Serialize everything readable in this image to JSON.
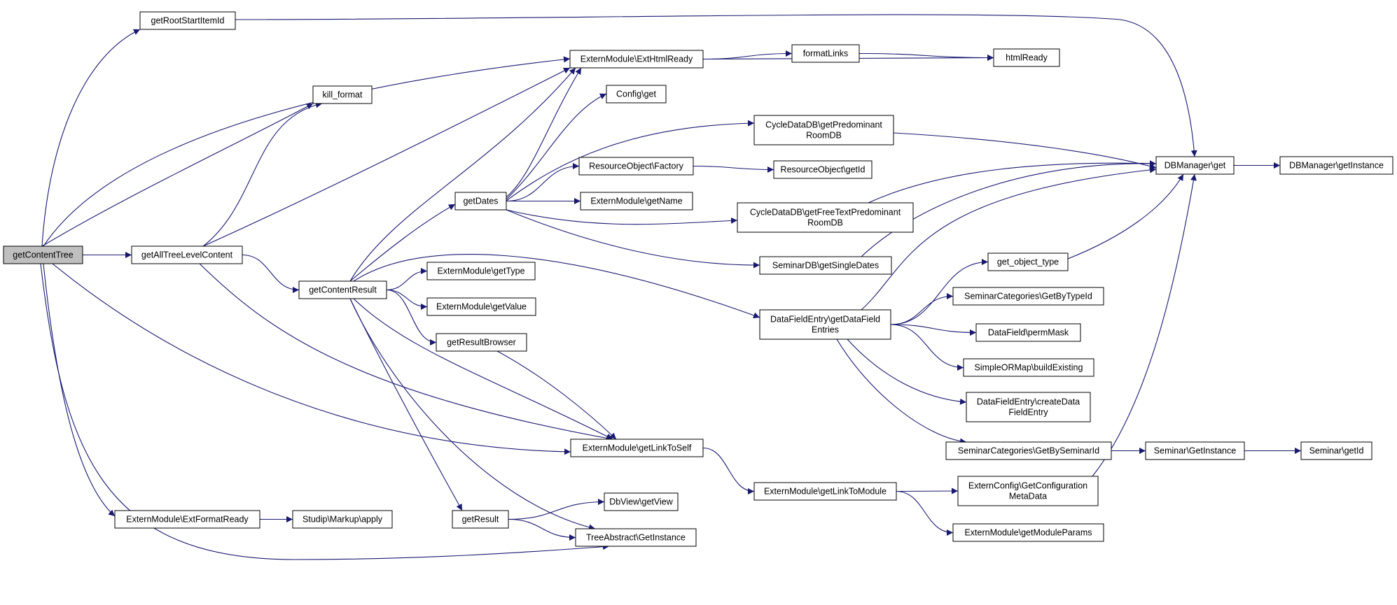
{
  "nodes": [
    {
      "id": "getContentTree",
      "lines": [
        "getContentTree"
      ],
      "root": true
    },
    {
      "id": "getRootStartItemId",
      "lines": [
        "getRootStartItemId"
      ]
    },
    {
      "id": "kill_format",
      "lines": [
        "kill_format"
      ]
    },
    {
      "id": "getAllTreeLevelContent",
      "lines": [
        "getAllTreeLevelContent"
      ]
    },
    {
      "id": "ExtFormatReady",
      "lines": [
        "ExternModule\\ExtFormatReady"
      ]
    },
    {
      "id": "MarkupApply",
      "lines": [
        "Studip\\Markup\\apply"
      ]
    },
    {
      "id": "getContentResult",
      "lines": [
        "getContentResult"
      ]
    },
    {
      "id": "getDates",
      "lines": [
        "getDates"
      ]
    },
    {
      "id": "getType",
      "lines": [
        "ExternModule\\getType"
      ]
    },
    {
      "id": "getValue",
      "lines": [
        "ExternModule\\getValue"
      ]
    },
    {
      "id": "getResultBrowser",
      "lines": [
        "getResultBrowser"
      ]
    },
    {
      "id": "getResult",
      "lines": [
        "getResult"
      ]
    },
    {
      "id": "ExtHtmlReady",
      "lines": [
        "ExternModule\\ExtHtmlReady"
      ]
    },
    {
      "id": "ConfigGet",
      "lines": [
        "Config\\get"
      ]
    },
    {
      "id": "ResFactory",
      "lines": [
        "ResourceObject\\Factory"
      ]
    },
    {
      "id": "getName",
      "lines": [
        "ExternModule\\getName"
      ]
    },
    {
      "id": "getLinkToSelf",
      "lines": [
        "ExternModule\\getLinkToSelf"
      ]
    },
    {
      "id": "DbViewGetView",
      "lines": [
        "DbView\\getView"
      ]
    },
    {
      "id": "TreeAbstract",
      "lines": [
        "TreeAbstract\\GetInstance"
      ]
    },
    {
      "id": "formatLinks",
      "lines": [
        "formatLinks"
      ]
    },
    {
      "id": "htmlReady",
      "lines": [
        "htmlReady"
      ]
    },
    {
      "id": "getPredominant",
      "lines": [
        "CycleDataDB\\getPredominant",
        "RoomDB"
      ]
    },
    {
      "id": "ResGetId",
      "lines": [
        "ResourceObject\\getId"
      ]
    },
    {
      "id": "getFreeText",
      "lines": [
        "CycleDataDB\\getFreeTextPredominant",
        "RoomDB"
      ]
    },
    {
      "id": "getSingleDates",
      "lines": [
        "SeminarDB\\getSingleDates"
      ]
    },
    {
      "id": "getDataFieldEntries",
      "lines": [
        "DataFieldEntry\\getDataField",
        "Entries"
      ]
    },
    {
      "id": "getLinkToModule",
      "lines": [
        "ExternModule\\getLinkToModule"
      ]
    },
    {
      "id": "DBManagerGet",
      "lines": [
        "DBManager\\get"
      ]
    },
    {
      "id": "DBManagerInstance",
      "lines": [
        "DBManager\\getInstance"
      ]
    },
    {
      "id": "getObjectType",
      "lines": [
        "get_object_type"
      ]
    },
    {
      "id": "GetByTypeId",
      "lines": [
        "SeminarCategories\\GetByTypeId"
      ]
    },
    {
      "id": "permMask",
      "lines": [
        "DataField\\permMask"
      ]
    },
    {
      "id": "buildExisting",
      "lines": [
        "SimpleORMap\\buildExisting"
      ]
    },
    {
      "id": "createDataFieldEntry",
      "lines": [
        "DataFieldEntry\\createData",
        "FieldEntry"
      ]
    },
    {
      "id": "GetBySeminarId",
      "lines": [
        "SeminarCategories\\GetBySeminarId"
      ]
    },
    {
      "id": "SeminarGetInstance",
      "lines": [
        "Seminar\\GetInstance"
      ]
    },
    {
      "id": "SeminarGetId",
      "lines": [
        "Seminar\\getId"
      ]
    },
    {
      "id": "GetConfigMeta",
      "lines": [
        "ExternConfig\\GetConfiguration",
        "MetaData"
      ]
    },
    {
      "id": "getModuleParams",
      "lines": [
        "ExternModule\\getModuleParams"
      ]
    }
  ],
  "edges": [
    [
      "getContentTree",
      "getRootStartItemId"
    ],
    [
      "getContentTree",
      "ExtHtmlReady"
    ],
    [
      "getContentTree",
      "kill_format"
    ],
    [
      "getContentTree",
      "getAllTreeLevelContent"
    ],
    [
      "getContentTree",
      "getLinkToSelf"
    ],
    [
      "getContentTree",
      "ExtFormatReady"
    ],
    [
      "getContentTree",
      "TreeAbstract"
    ],
    [
      "getRootStartItemId",
      "DBManagerGet"
    ],
    [
      "getAllTreeLevelContent",
      "kill_format"
    ],
    [
      "getAllTreeLevelContent",
      "ExtHtmlReady"
    ],
    [
      "getAllTreeLevelContent",
      "getContentResult"
    ],
    [
      "getAllTreeLevelContent",
      "getLinkToSelf"
    ],
    [
      "ExtFormatReady",
      "MarkupApply"
    ],
    [
      "getContentResult",
      "ExtHtmlReady"
    ],
    [
      "getContentResult",
      "getDates"
    ],
    [
      "getContentResult",
      "getDataFieldEntries"
    ],
    [
      "getContentResult",
      "getType"
    ],
    [
      "getContentResult",
      "getValue"
    ],
    [
      "getContentResult",
      "getResultBrowser"
    ],
    [
      "getContentResult",
      "getLinkToSelf"
    ],
    [
      "getContentResult",
      "getResult"
    ],
    [
      "getContentResult",
      "TreeAbstract"
    ],
    [
      "getDates",
      "ExtHtmlReady"
    ],
    [
      "getDates",
      "ConfigGet"
    ],
    [
      "getDates",
      "getPredominant"
    ],
    [
      "getDates",
      "ResFactory"
    ],
    [
      "getDates",
      "getName"
    ],
    [
      "getDates",
      "getFreeText"
    ],
    [
      "getDates",
      "getSingleDates"
    ],
    [
      "getResultBrowser",
      "getLinkToSelf"
    ],
    [
      "getResult",
      "DbViewGetView"
    ],
    [
      "getResult",
      "TreeAbstract"
    ],
    [
      "ExtHtmlReady",
      "formatLinks"
    ],
    [
      "ExtHtmlReady",
      "htmlReady"
    ],
    [
      "formatLinks",
      "htmlReady"
    ],
    [
      "ResFactory",
      "ResGetId"
    ],
    [
      "getPredominant",
      "DBManagerGet"
    ],
    [
      "getFreeText",
      "DBManagerGet"
    ],
    [
      "getSingleDates",
      "DBManagerGet"
    ],
    [
      "getLinkToSelf",
      "getLinkToModule"
    ],
    [
      "getLinkToModule",
      "GetConfigMeta"
    ],
    [
      "getLinkToModule",
      "getModuleParams"
    ],
    [
      "getDataFieldEntries",
      "DBManagerGet"
    ],
    [
      "getDataFieldEntries",
      "getObjectType"
    ],
    [
      "getDataFieldEntries",
      "GetByTypeId"
    ],
    [
      "getDataFieldEntries",
      "permMask"
    ],
    [
      "getDataFieldEntries",
      "buildExisting"
    ],
    [
      "getDataFieldEntries",
      "createDataFieldEntry"
    ],
    [
      "getDataFieldEntries",
      "GetBySeminarId"
    ],
    [
      "getObjectType",
      "DBManagerGet"
    ],
    [
      "DBManagerGet",
      "DBManagerInstance"
    ],
    [
      "GetBySeminarId",
      "SeminarGetInstance"
    ],
    [
      "SeminarGetInstance",
      "SeminarGetId"
    ],
    [
      "GetConfigMeta",
      "DBManagerGet"
    ]
  ]
}
